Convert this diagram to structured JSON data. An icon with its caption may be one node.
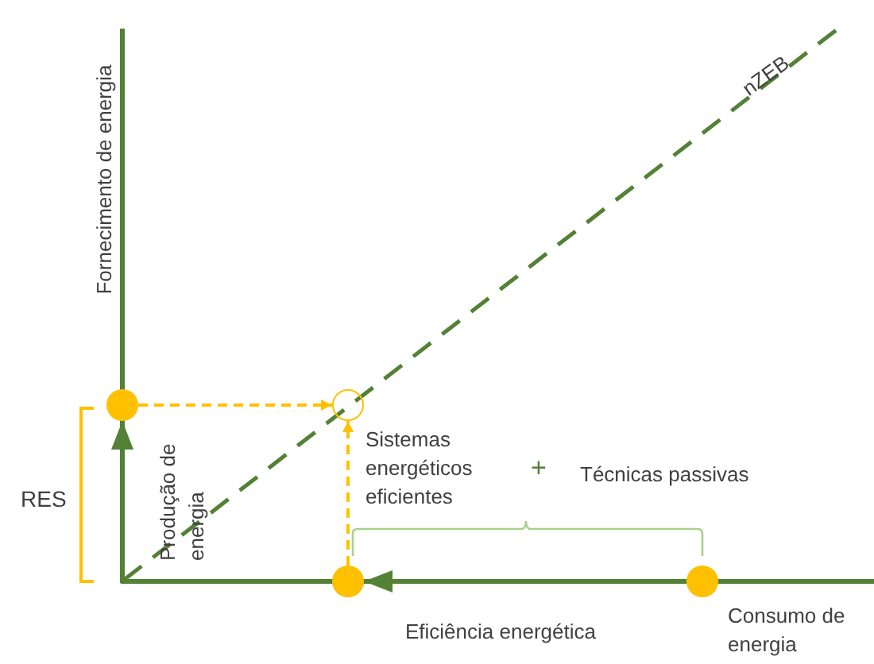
{
  "diagram": {
    "nodes": [
      {
        "text": [],
        "shape": "circle"
      },
      {
        "text": [],
        "shape": "circle"
      },
      {
        "text": [],
        "shape": "circle"
      },
      {
        "text": [],
        "shape": "circle"
      }
    ],
    "edges": [
      {
        "from": null,
        "to": 0,
        "arrow": "to",
        "color": "#538135"
      },
      {
        "from": 3,
        "to": 2,
        "arrow": "to",
        "color": "#538135"
      },
      {
        "from": 0,
        "to": 1,
        "arrow": "to",
        "style": "dashed",
        "color": "#ffc000"
      },
      {
        "from": 2,
        "to": 1,
        "arrow": "to",
        "style": "dashed",
        "color": "#ffc000"
      }
    ],
    "labels": [
      "Fornecimento de energia",
      "nZEB",
      "RES",
      "Produção de energia",
      "Sistemas energéticos eficientes",
      "+",
      "Técnicas passivas",
      "Eficiência energética",
      "Consumo de energia"
    ]
  }
}
